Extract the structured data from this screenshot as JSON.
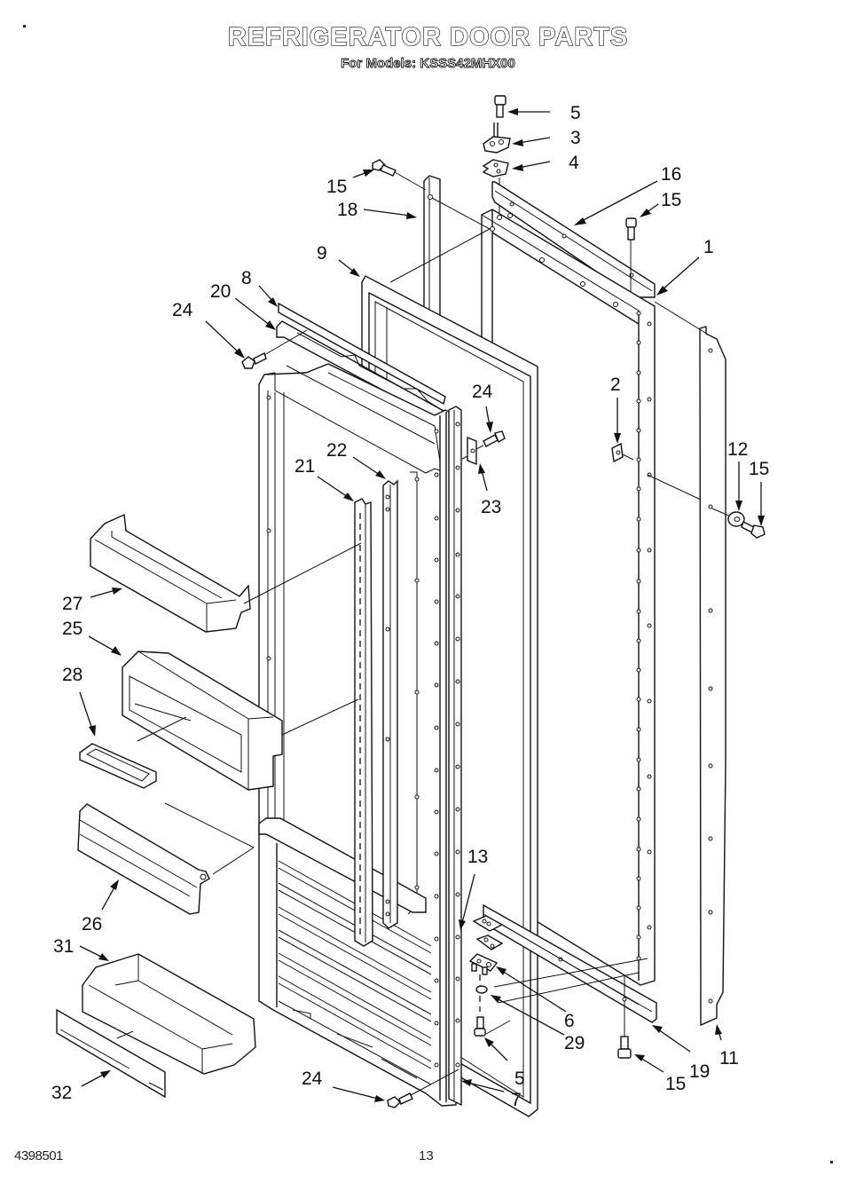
{
  "header": {
    "title": "REFRIGERATOR DOOR PARTS",
    "subtitle": "For Models: KSSS42MHX00"
  },
  "footer": {
    "document_code": "4398501",
    "page_number": "13"
  },
  "callouts": [
    {
      "id": "c5a",
      "label": "5",
      "part": "hinge-screw-top"
    },
    {
      "id": "c3",
      "label": "3",
      "part": "top-hinge"
    },
    {
      "id": "c4",
      "label": "4",
      "part": "hinge-shim"
    },
    {
      "id": "c16",
      "label": "16",
      "part": "top-channel"
    },
    {
      "id": "c15a",
      "label": "15",
      "part": "screw-top-left"
    },
    {
      "id": "c18",
      "label": "18",
      "part": "vertical-channel"
    },
    {
      "id": "c15b",
      "label": "15",
      "part": "screw-top-right"
    },
    {
      "id": "c1",
      "label": "1",
      "part": "door-outer-panel"
    },
    {
      "id": "c9",
      "label": "9",
      "part": "door-gasket"
    },
    {
      "id": "c8",
      "label": "8",
      "part": "top-trim-strip"
    },
    {
      "id": "c20",
      "label": "20",
      "part": "top-liner-trim"
    },
    {
      "id": "c24a",
      "label": "24",
      "part": "screw-liner-top"
    },
    {
      "id": "c2",
      "label": "2",
      "part": "door-stop-clip"
    },
    {
      "id": "c24b",
      "label": "24",
      "part": "screw-stop-plate"
    },
    {
      "id": "c23",
      "label": "23",
      "part": "stop-plate"
    },
    {
      "id": "c22",
      "label": "22",
      "part": "shelf-support-right"
    },
    {
      "id": "c21",
      "label": "21",
      "part": "shelf-support-left"
    },
    {
      "id": "c12",
      "label": "12",
      "part": "washer"
    },
    {
      "id": "c15c",
      "label": "15",
      "part": "screw-side"
    },
    {
      "id": "c27",
      "label": "27",
      "part": "upper-door-bin"
    },
    {
      "id": "c25",
      "label": "25",
      "part": "dispenser-bin"
    },
    {
      "id": "c28",
      "label": "28",
      "part": "small-tray"
    },
    {
      "id": "c26",
      "label": "26",
      "part": "bin-front"
    },
    {
      "id": "c31",
      "label": "31",
      "part": "lower-door-bin"
    },
    {
      "id": "c32",
      "label": "32",
      "part": "bin-trim-strip"
    },
    {
      "id": "c13",
      "label": "13",
      "part": "bottom-hinge-shim"
    },
    {
      "id": "c6",
      "label": "6",
      "part": "bottom-hinge"
    },
    {
      "id": "c29",
      "label": "29",
      "part": "hinge-bushing"
    },
    {
      "id": "c5b",
      "label": "5",
      "part": "hinge-screw-bottom"
    },
    {
      "id": "c7",
      "label": "7",
      "part": "door-side-trim"
    },
    {
      "id": "c24c",
      "label": "24",
      "part": "screw-liner-bottom"
    },
    {
      "id": "c15d",
      "label": "15",
      "part": "screw-bottom"
    },
    {
      "id": "c19",
      "label": "19",
      "part": "bottom-channel"
    },
    {
      "id": "c11",
      "label": "11",
      "part": "side-handle-trim"
    }
  ]
}
